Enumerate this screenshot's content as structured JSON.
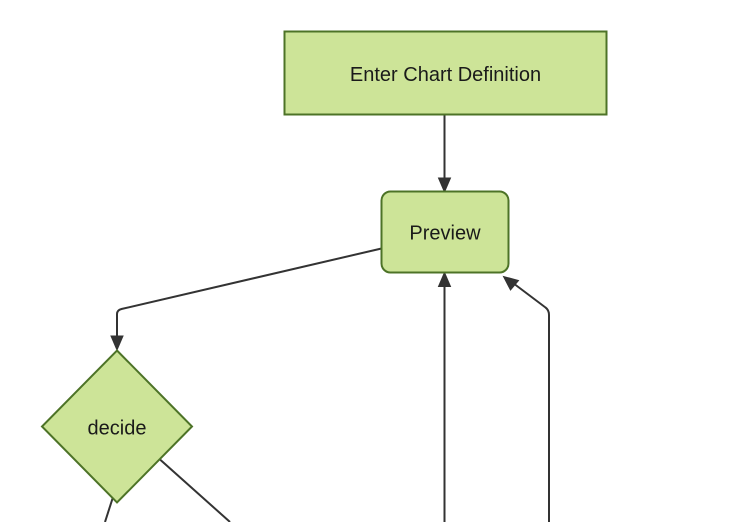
{
  "diagram": {
    "type": "flowchart",
    "direction": "top-down",
    "theme": {
      "background": "#ffffff",
      "node_fill": "#cde498",
      "node_border": "#4d7327",
      "edge_color": "#333333",
      "text_color": "#1a1a1a"
    },
    "nodes": [
      {
        "id": "enter-chart-definition",
        "shape": "rectangle",
        "label": "Enter Chart Definition"
      },
      {
        "id": "preview",
        "shape": "rounded-rectangle",
        "label": "Preview"
      },
      {
        "id": "decide",
        "shape": "diamond",
        "label": "decide"
      }
    ],
    "edges": [
      {
        "from": "enter-chart-definition",
        "to": "preview",
        "arrowhead_visible": true
      },
      {
        "from": "preview",
        "to": "decide",
        "arrowhead_visible": true
      },
      {
        "from": "offscreen-bottom",
        "to": "preview",
        "arrowhead_visible": true
      },
      {
        "from": "offscreen-bottom-right",
        "to": "preview",
        "arrowhead_visible": true
      },
      {
        "from": "decide",
        "to": "offscreen-bottom-left",
        "arrowhead_visible": false
      },
      {
        "from": "decide",
        "to": "offscreen-bottom-right",
        "arrowhead_visible": false
      }
    ]
  }
}
